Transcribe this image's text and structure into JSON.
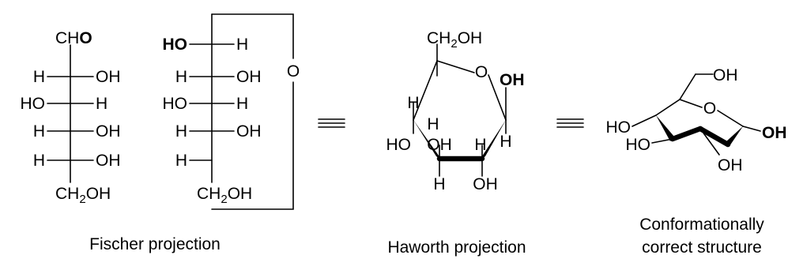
{
  "fischer": {
    "open": {
      "top": {
        "c": "CH",
        "o": "O"
      },
      "rows": [
        {
          "left": "H",
          "right": "OH"
        },
        {
          "left": "HO",
          "right": "H"
        },
        {
          "left": "H",
          "right": "OH"
        },
        {
          "left": "H",
          "right": "OH"
        }
      ],
      "bottom": {
        "a": "CH",
        "sub": "2",
        "b": "OH"
      }
    },
    "cyclic": {
      "rows": [
        {
          "left": "HO",
          "right": "H"
        },
        {
          "left": "H",
          "right": "OH"
        },
        {
          "left": "HO",
          "right": "H"
        },
        {
          "left": "H",
          "right": "OH"
        },
        {
          "left": "H",
          "right": ""
        }
      ],
      "ring_o": "O",
      "bottom": {
        "a": "CH",
        "sub": "2",
        "b": "OH"
      }
    },
    "caption": "Fischer projection"
  },
  "haworth": {
    "top": {
      "a": "CH",
      "sub": "2",
      "b": "OH"
    },
    "ring_o": "O",
    "c1_oh": "OH",
    "c4_h": "H",
    "c5_h": "H",
    "c3_oh": "OH",
    "c4_ho": "HO",
    "c2_h": "H",
    "c1_h": "H",
    "c3_h": "H",
    "c2_oh": "OH",
    "caption": "Haworth projection"
  },
  "chair": {
    "ch2oh": "OH",
    "ring_o": "O",
    "c1_oh": "OH",
    "c4_ho": "HO",
    "c3_ho": "HO",
    "c2_oh": "OH",
    "caption_line1": "Conformationally",
    "caption_line2": "correct structure"
  },
  "equivalence_symbol": "≡"
}
